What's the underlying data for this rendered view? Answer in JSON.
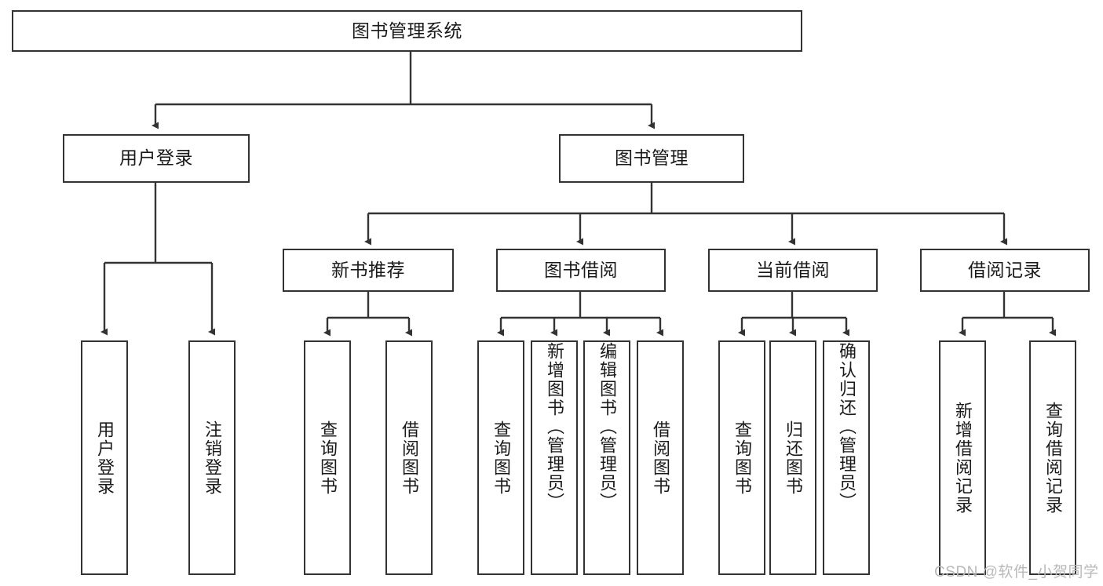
{
  "diagram": {
    "type": "tree-hierarchy-chart",
    "title": "图书管理系统",
    "colors": {
      "stroke": "#333333",
      "fill": "#ffffff",
      "text": "#1a1a1a",
      "watermark": "#b9b9b9"
    },
    "levels": {
      "root": "图书管理系统",
      "level1": [
        "用户登录",
        "图书管理"
      ],
      "level2": [
        "新书推荐",
        "图书借阅",
        "当前借阅",
        "借阅记录"
      ]
    },
    "nodes": {
      "root": {
        "label": "图书管理系统",
        "orientation": "horizontal"
      },
      "user_login": {
        "label": "用户登录",
        "orientation": "horizontal"
      },
      "book_manage": {
        "label": "图书管理",
        "orientation": "horizontal"
      },
      "new_book_rec": {
        "label": "新书推荐",
        "orientation": "horizontal"
      },
      "book_borrow": {
        "label": "图书借阅",
        "orientation": "horizontal"
      },
      "current_borrow": {
        "label": "当前借阅",
        "orientation": "horizontal"
      },
      "borrow_record": {
        "label": "借阅记录",
        "orientation": "horizontal"
      },
      "leaf_user_login": {
        "label": "用户登录",
        "orientation": "vertical"
      },
      "leaf_logout": {
        "label": "注销登录",
        "orientation": "vertical"
      },
      "leaf_query_book_1": {
        "label": "查询图书",
        "orientation": "vertical"
      },
      "leaf_borrow_book_1": {
        "label": "借阅图书",
        "orientation": "vertical"
      },
      "leaf_query_book_2": {
        "label": "查询图书",
        "orientation": "vertical"
      },
      "leaf_add_book": {
        "label": "新增图书（管理员）",
        "orientation": "vertical"
      },
      "leaf_edit_book": {
        "label": "编辑图书（管理员）",
        "orientation": "vertical"
      },
      "leaf_borrow_book_2": {
        "label": "借阅图书",
        "orientation": "vertical"
      },
      "leaf_query_book_3": {
        "label": "查询图书",
        "orientation": "vertical"
      },
      "leaf_return_book": {
        "label": "归还图书",
        "orientation": "vertical"
      },
      "leaf_confirm_return": {
        "label": "确认归还（管理员）",
        "orientation": "vertical"
      },
      "leaf_add_record": {
        "label": "新增借阅记录",
        "orientation": "vertical"
      },
      "leaf_query_record": {
        "label": "查询借阅记录",
        "orientation": "vertical"
      }
    },
    "edges": [
      {
        "from": "root",
        "to": "用户登录"
      },
      {
        "from": "root",
        "to": "图书管理"
      },
      {
        "from": "用户登录",
        "to": "用户登录(叶)"
      },
      {
        "from": "用户登录",
        "to": "注销登录"
      },
      {
        "from": "图书管理",
        "to": "新书推荐"
      },
      {
        "from": "图书管理",
        "to": "图书借阅"
      },
      {
        "from": "图书管理",
        "to": "当前借阅"
      },
      {
        "from": "图书管理",
        "to": "借阅记录"
      },
      {
        "from": "新书推荐",
        "to": "查询图书"
      },
      {
        "from": "新书推荐",
        "to": "借阅图书"
      },
      {
        "from": "图书借阅",
        "to": "查询图书"
      },
      {
        "from": "图书借阅",
        "to": "新增图书（管理员）"
      },
      {
        "from": "图书借阅",
        "to": "编辑图书（管理员）"
      },
      {
        "from": "图书借阅",
        "to": "借阅图书"
      },
      {
        "from": "当前借阅",
        "to": "查询图书"
      },
      {
        "from": "当前借阅",
        "to": "归还图书"
      },
      {
        "from": "当前借阅",
        "to": "确认归还（管理员）"
      },
      {
        "from": "借阅记录",
        "to": "新增借阅记录"
      },
      {
        "from": "借阅记录",
        "to": "查询借阅记录"
      }
    ],
    "watermark": "CSDN @软件_小贺同学"
  }
}
